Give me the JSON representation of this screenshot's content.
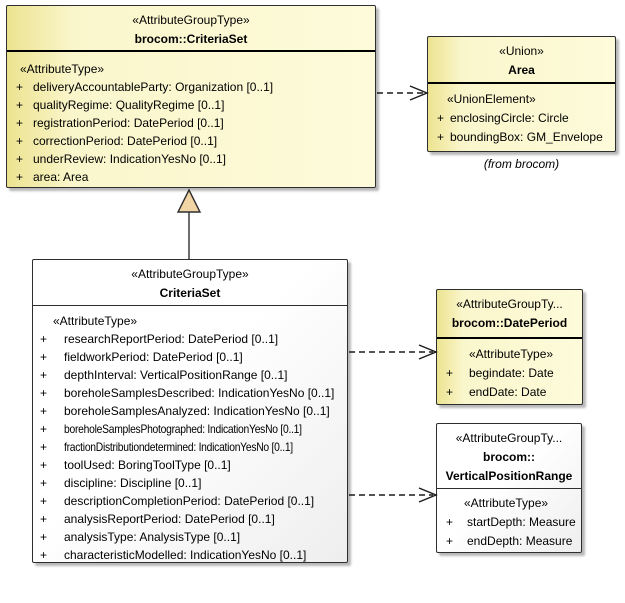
{
  "colors": {
    "class_fill_yellow": "#FDFBDA",
    "class_fill_yellow_edge": "#ECE390",
    "class_fill_gray_start": "#FFFFFF",
    "class_fill_gray_end": "#EBEBEB",
    "border": "#2E2E2E",
    "separator": "#000000",
    "generalization_arrow_fill": "#F2D5A5",
    "shadow": "#7D7D7D"
  },
  "classes": [
    {
      "stereotype": "«AttributeGroupType»",
      "name": "brocom::CriteriaSet",
      "section_label": "«AttributeType»",
      "attributes": [
        {
          "vis": "+",
          "text": "deliveryAccountableParty: Organization [0..1]"
        },
        {
          "vis": "+",
          "text": "qualityRegime: QualityRegime [0..1]"
        },
        {
          "vis": "+",
          "text": "registrationPeriod: DatePeriod [0..1]"
        },
        {
          "vis": "+",
          "text": "correctionPeriod: DatePeriod [0..1]"
        },
        {
          "vis": "+",
          "text": "underReview: IndicationYesNo [0..1]"
        },
        {
          "vis": "+",
          "text": "area: Area"
        }
      ]
    },
    {
      "stereotype": "«Union»",
      "name": "Area",
      "section_label": "«UnionElement»",
      "attributes": [
        {
          "vis": "+",
          "text": "enclosingCircle: Circle"
        },
        {
          "vis": "+",
          "text": "boundingBox: GM_Envelope"
        }
      ],
      "note": "(from brocom)"
    },
    {
      "stereotype": "«AttributeGroupType»",
      "name": "CriteriaSet",
      "section_label": "«AttributeType»",
      "attributes": [
        {
          "vis": "+",
          "text": "researchReportPeriod: DatePeriod [0..1]"
        },
        {
          "vis": "+",
          "text": "fieldworkPeriod: DatePeriod [0..1]"
        },
        {
          "vis": "+",
          "text": "depthInterval: VerticalPositionRange [0..1]"
        },
        {
          "vis": "+",
          "text": "boreholeSamplesDescribed: IndicationYesNo [0..1]"
        },
        {
          "vis": "+",
          "text": "boreholeSamplesAnalyzed: IndicationYesNo [0..1]"
        },
        {
          "vis": "+",
          "text": "boreholeSamplesPhotographed: IndicationYesNo [0..1]",
          "fit": true
        },
        {
          "vis": "+",
          "text": "fractionDistributiondetermined: IndicationYesNo [0..1]",
          "fit": true
        },
        {
          "vis": "+",
          "text": "toolUsed: BoringToolType [0..1]"
        },
        {
          "vis": "+",
          "text": "discipline: Discipline [0..1]"
        },
        {
          "vis": "+",
          "text": "descriptionCompletionPeriod: DatePeriod [0..1]"
        },
        {
          "vis": "+",
          "text": "analysisReportPeriod: DatePeriod [0..1]"
        },
        {
          "vis": "+",
          "text": "analysisType: AnalysisType [0..1]"
        },
        {
          "vis": "+",
          "text": "characteristicModelled: IndicationYesNo [0..1]"
        }
      ]
    },
    {
      "stereotype": "«AttributeGroupTy...",
      "name": "brocom::DatePeriod",
      "section_label": "«AttributeType»",
      "attributes": [
        {
          "vis": "+",
          "text": "begindate: Date"
        },
        {
          "vis": "+",
          "text": "endDate: Date"
        }
      ]
    },
    {
      "stereotype": "«AttributeGroupTy...",
      "name": "brocom::\nVerticalPositionRange",
      "section_label": "«AttributeType»",
      "attributes": [
        {
          "vis": "+",
          "text": "startDepth: Measure"
        },
        {
          "vis": "+",
          "text": "endDepth: Measure"
        }
      ]
    }
  ],
  "relations": [
    {
      "type": "generalization",
      "from": "CriteriaSet",
      "to": "brocom::CriteriaSet"
    },
    {
      "type": "dependency",
      "from": "brocom::CriteriaSet",
      "to": "Area"
    },
    {
      "type": "dependency",
      "from": "CriteriaSet",
      "to": "brocom::DatePeriod"
    },
    {
      "type": "dependency",
      "from": "CriteriaSet",
      "to": "brocom::VerticalPositionRange"
    }
  ]
}
